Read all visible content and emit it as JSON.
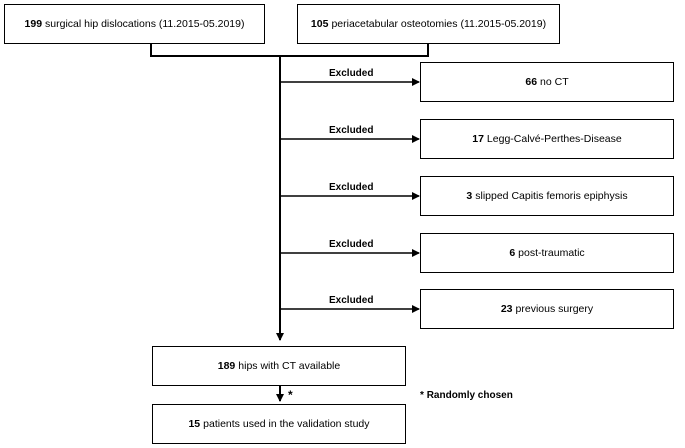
{
  "sources": [
    {
      "count": "199",
      "text": "surgical hip dislocations (11.2015-05.2019)"
    },
    {
      "count": "105",
      "text": "periacetabular osteotomies (11.2015-05.2019)"
    }
  ],
  "excluded_label": "Excluded",
  "exclusions": [
    {
      "count": "66",
      "text": "no CT"
    },
    {
      "count": "17",
      "text": "Legg-Calvé-Perthes-Disease"
    },
    {
      "count": "3",
      "text": "slipped Capitis femoris epiphysis"
    },
    {
      "count": "6",
      "text": "post-traumatic"
    },
    {
      "count": "23",
      "text": "previous surgery"
    }
  ],
  "available": {
    "count": "189",
    "text": "hips with CT available"
  },
  "asterisk": "*",
  "final": {
    "count": "15",
    "text": "patients used in the validation study"
  },
  "footnote": {
    "mark": "*",
    "text": "Randomly chosen"
  }
}
